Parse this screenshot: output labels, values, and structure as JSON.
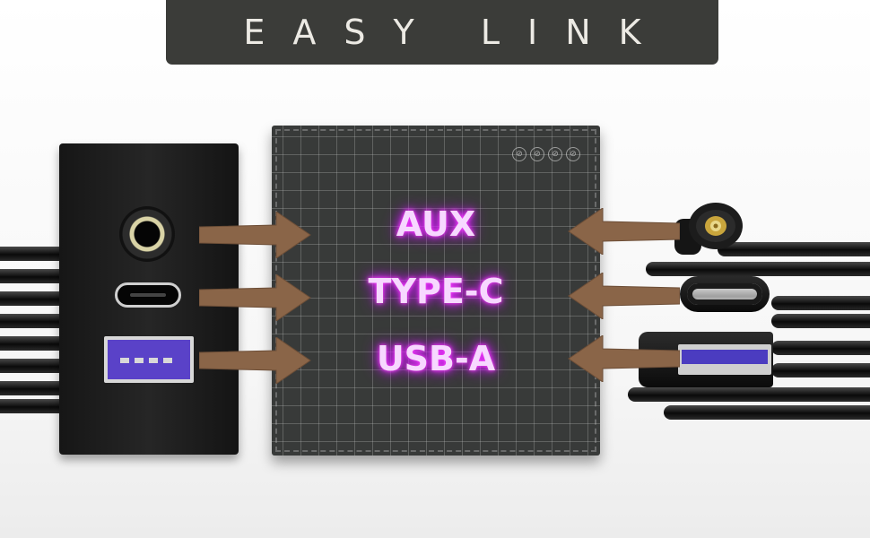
{
  "banner": {
    "title": "EASY LINK"
  },
  "board": {
    "labels": {
      "aux": "AUX",
      "type_c": "TYPE-C",
      "usb_a": "USB-A"
    }
  },
  "colors": {
    "banner_bg": "#3b3c39",
    "board_bg": "#383a39",
    "arrow": "#8a6548",
    "label_glow": "#e030ff",
    "usb_blue": "#5a42c8"
  },
  "icons": [
    "aux-jack-icon",
    "usb-c-port-icon",
    "usb-a-port-icon",
    "arrow-right-icon",
    "arrow-left-icon",
    "aux-plug-icon",
    "usb-c-plug-icon",
    "usb-a-plug-icon"
  ]
}
